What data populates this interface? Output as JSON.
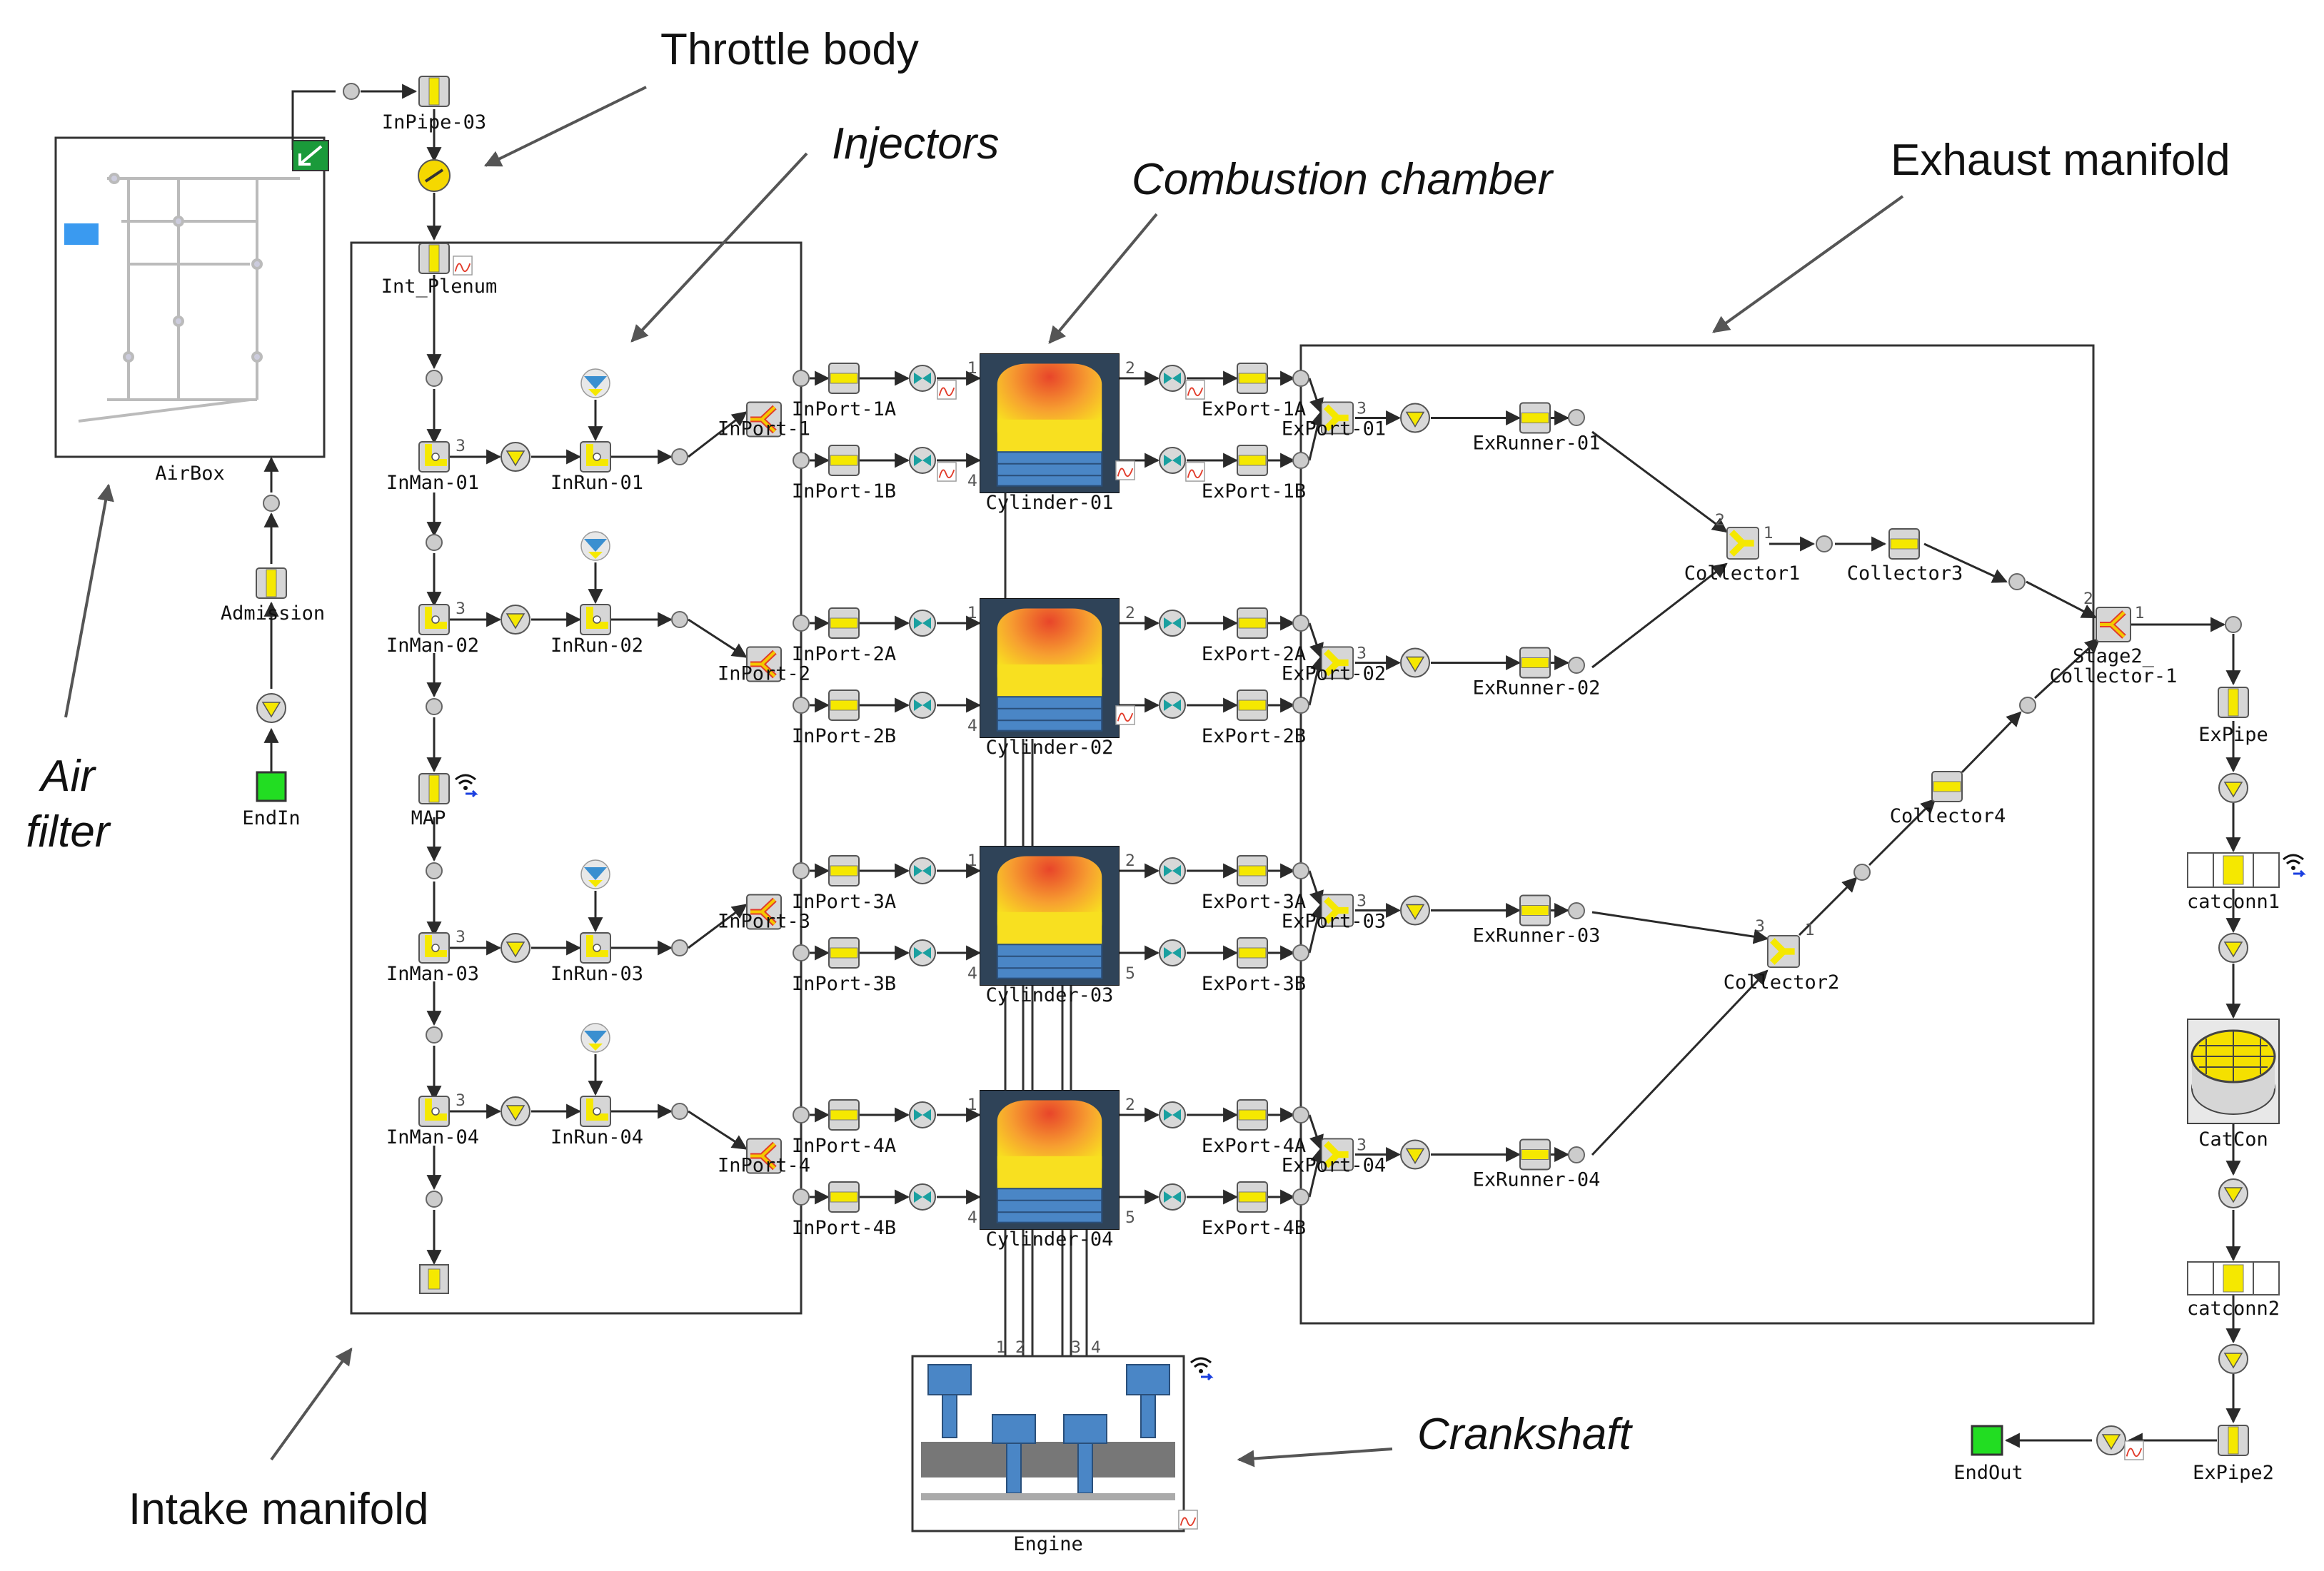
{
  "annotations": {
    "throttle_body": "Throttle body",
    "injectors": "Injectors",
    "combustion_chamber": "Combustion chamber",
    "exhaust_manifold": "Exhaust manifold",
    "air_filter_line1": "Air",
    "air_filter_line2": "filter",
    "intake_manifold": "Intake manifold",
    "crankshaft": "Crankshaft"
  },
  "components": {
    "inpipe03": "InPipe-03",
    "int_plenum": "Int_Plenum",
    "airbox": "AirBox",
    "admission": "Admission",
    "endin": "EndIn",
    "map": "MAP",
    "inman01": "InMan-01",
    "inman02": "InMan-02",
    "inman03": "InMan-03",
    "inman04": "InMan-04",
    "inrun01": "InRun-01",
    "inrun02": "InRun-02",
    "inrun03": "InRun-03",
    "inrun04": "InRun-04",
    "inport1": "InPort-1",
    "inport2": "InPort-2",
    "inport3": "InPort-3",
    "inport4": "InPort-4",
    "inport1a": "InPort-1A",
    "inport1b": "InPort-1B",
    "inport2a": "InPort-2A",
    "inport2b": "InPort-2B",
    "inport3a": "InPort-3A",
    "inport3b": "InPort-3B",
    "inport4a": "InPort-4A",
    "inport4b": "InPort-4B",
    "cyl01": "Cylinder-01",
    "cyl02": "Cylinder-02",
    "cyl03": "Cylinder-03",
    "cyl04": "Cylinder-04",
    "export1a": "ExPort-1A",
    "export1b": "ExPort-1B",
    "export2a": "ExPort-2A",
    "export2b": "ExPort-2B",
    "export3a": "ExPort-3A",
    "export3b": "ExPort-3B",
    "export4a": "ExPort-4A",
    "export4b": "ExPort-4B",
    "export01": "ExPort-01",
    "export02": "ExPort-02",
    "export03": "ExPort-03",
    "export04": "ExPort-04",
    "exrunner01": "ExRunner-01",
    "exrunner02": "ExRunner-02",
    "exrunner03": "ExRunner-03",
    "exrunner04": "ExRunner-04",
    "collector1": "Collector1",
    "collector2": "Collector2",
    "collector3": "Collector3",
    "collector4": "Collector4",
    "stage2_l1": "Stage2_",
    "stage2_l2": "Collector-1",
    "expipe": "ExPipe",
    "catconn1": "catconn1",
    "catcon": "CatCon",
    "catconn2": "catconn2",
    "expipe2": "ExPipe2",
    "endout": "EndOut",
    "engine": "Engine"
  },
  "ports": {
    "p1": "1",
    "p2": "2",
    "p3": "3",
    "p4": "4",
    "p5": "5"
  },
  "colors": {
    "pipe_yellow": "#f5e800",
    "cylinder_body": "#2f4358",
    "flame_top": "#e8452a",
    "flame_bottom": "#f8d820",
    "piston_blue": "#4a86c6",
    "end_green": "#22dd22",
    "injector_blue": "#3a8fd0"
  }
}
